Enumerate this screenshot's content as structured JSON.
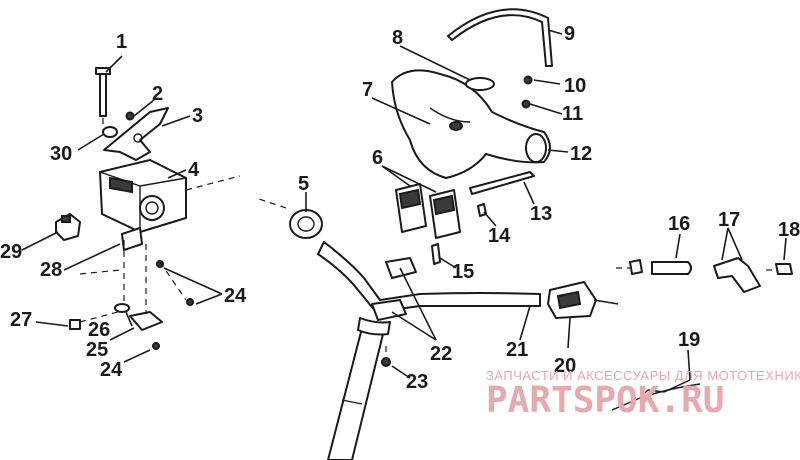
{
  "callouts": [
    "1",
    "2",
    "3",
    "4",
    "5",
    "6",
    "7",
    "8",
    "9",
    "10",
    "11",
    "12",
    "13",
    "14",
    "15",
    "16",
    "17",
    "18",
    "19",
    "20",
    "21",
    "22",
    "23",
    "24",
    "24",
    "25",
    "26",
    "27",
    "28",
    "29",
    "30"
  ],
  "watermark": {
    "tagline": "ЗАПЧАСТИ И АКСЕССУАРЫ ДЛЯ МОТОТЕХНИКИ",
    "brand": "PARTSPOK.RU",
    "color": "#e7a8ae"
  },
  "colors": {
    "line": "#1a1a1a",
    "background": "#ffffff"
  }
}
